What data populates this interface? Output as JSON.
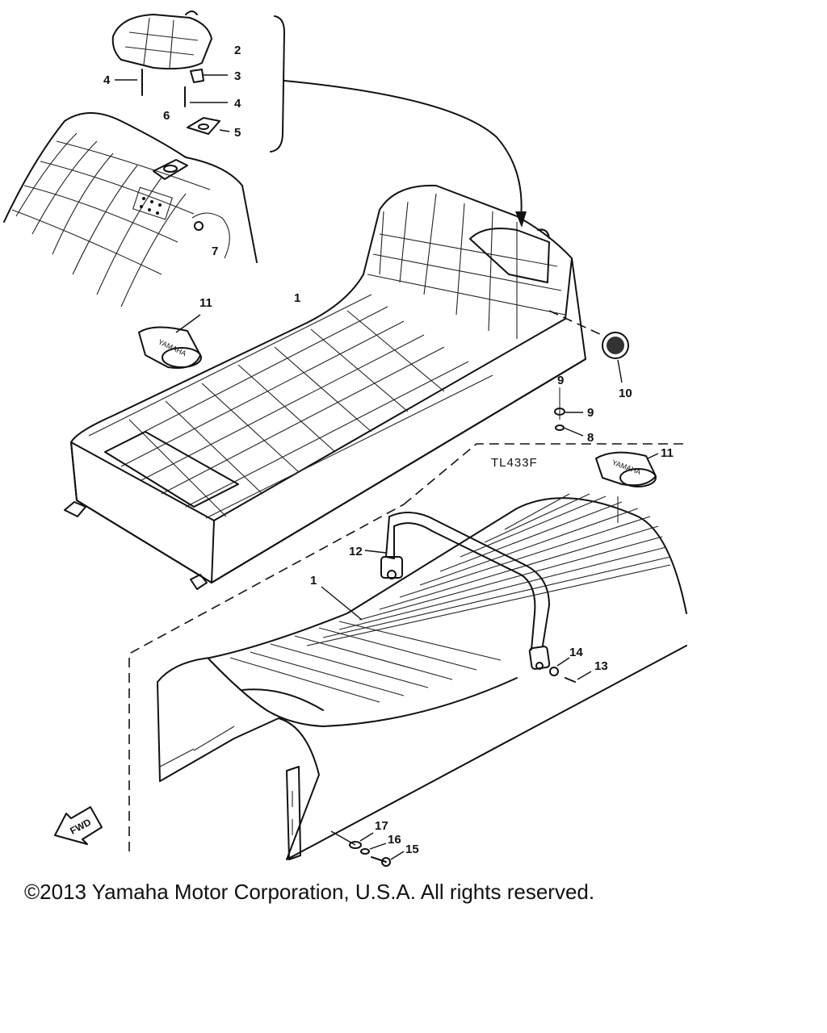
{
  "model_code": "TL433F",
  "fwd_label": "FWD",
  "copyright": "©2013 Yamaha Motor Corporation, U.S.A. All rights reserved.",
  "callouts": {
    "c1a": "1",
    "c1b": "1",
    "c2": "2",
    "c3": "3",
    "c4a": "4",
    "c4b": "4",
    "c5": "5",
    "c6": "6",
    "c7": "7",
    "c8": "8",
    "c9": "9",
    "c9b": "9",
    "c10": "10",
    "c11a": "11",
    "c11b": "11",
    "c12": "12",
    "c13": "13",
    "c14": "14",
    "c15": "15",
    "c16": "16",
    "c17": "17"
  }
}
